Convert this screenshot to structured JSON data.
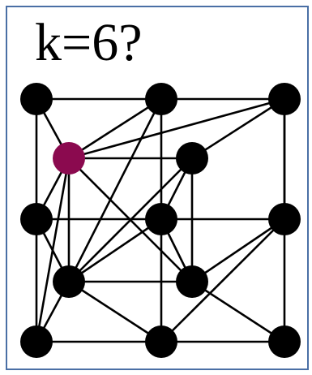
{
  "title": "k=6?",
  "colors": {
    "node": "#000000",
    "highlight_node": "#8b0a4f",
    "edge": "#000000",
    "frame": "#4a6fa5"
  },
  "graph": {
    "nodes": [
      {
        "id": "TL"
      },
      {
        "id": "TM"
      },
      {
        "id": "TR"
      },
      {
        "id": "ML"
      },
      {
        "id": "MC"
      },
      {
        "id": "MR"
      },
      {
        "id": "BL"
      },
      {
        "id": "BM"
      },
      {
        "id": "BR"
      },
      {
        "id": "P",
        "highlight": true
      },
      {
        "id": "Q"
      },
      {
        "id": "R"
      },
      {
        "id": "S"
      }
    ],
    "edges": [
      [
        "TL",
        "TM"
      ],
      [
        "TM",
        "TR"
      ],
      [
        "BL",
        "BM"
      ],
      [
        "BM",
        "BR"
      ],
      [
        "TL",
        "ML"
      ],
      [
        "ML",
        "BL"
      ],
      [
        "TR",
        "MR"
      ],
      [
        "MR",
        "BR"
      ],
      [
        "TM",
        "MC"
      ],
      [
        "MC",
        "BM"
      ],
      [
        "ML",
        "MC"
      ],
      [
        "MC",
        "MR"
      ],
      [
        "TL",
        "P"
      ],
      [
        "P",
        "TM"
      ],
      [
        "P",
        "TR"
      ],
      [
        "P",
        "Q"
      ],
      [
        "P",
        "ML"
      ],
      [
        "P",
        "R"
      ],
      [
        "P",
        "BL"
      ],
      [
        "P",
        "S"
      ],
      [
        "TR",
        "Q"
      ],
      [
        "TM",
        "R"
      ],
      [
        "Q",
        "R"
      ],
      [
        "Q",
        "S"
      ],
      [
        "Q",
        "MC"
      ],
      [
        "ML",
        "R"
      ],
      [
        "R",
        "BL"
      ],
      [
        "R",
        "S"
      ],
      [
        "R",
        "BM"
      ],
      [
        "R",
        "MC"
      ],
      [
        "MC",
        "S"
      ],
      [
        "S",
        "MR"
      ],
      [
        "S",
        "BR"
      ],
      [
        "BM",
        "MR"
      ],
      [
        "TR",
        "MR"
      ]
    ]
  }
}
